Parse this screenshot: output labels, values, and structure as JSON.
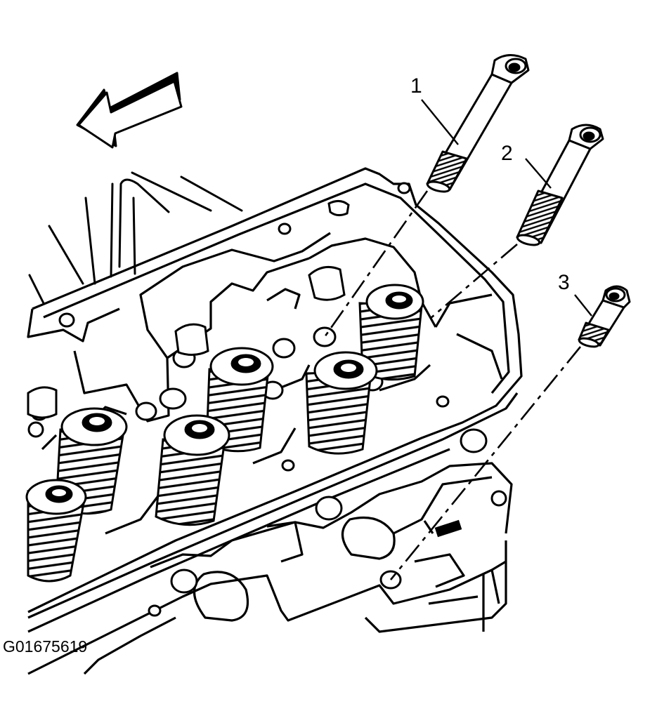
{
  "callouts": {
    "c1": "1",
    "c2": "2",
    "c3": "3"
  },
  "figure_id": "G01675619",
  "colors": {
    "ink": "#000000",
    "paper": "#ffffff"
  }
}
